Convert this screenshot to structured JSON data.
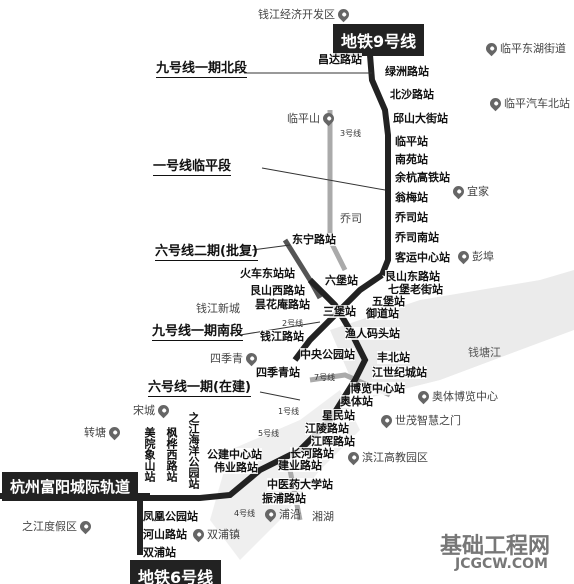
{
  "badges": {
    "line9": "地铁9号线",
    "line6": "地铁6号线",
    "intercity": "杭州富阳城际轨道"
  },
  "sections": {
    "north": "九号线一期北段",
    "linping": "一号线临平段",
    "line6_phase2": "六号线二期(批复)",
    "south": "九号线一期南段",
    "line6_phase1": "六号线一期(在建)"
  },
  "line_numbers": {
    "l3": "3号线",
    "l2": "2号线",
    "l7": "7号线",
    "l1": "1号线",
    "l5": "5号线",
    "l4": "4号线"
  },
  "stations": {
    "changda": "昌达路站",
    "lvzhou": "绿洲路站",
    "beisha": "北沙路站",
    "qiushan": "邱山大街站",
    "linping": "临平站",
    "nanyuan": "南苑站",
    "yuhang_hsr": "余杭高铁站",
    "xiaomei": "翁梅站",
    "qiaosi": "乔司站",
    "qiaosi_south": "乔司南站",
    "keyun": "客运中心站",
    "dongning": "东宁路站",
    "huochedong": "火车东站站",
    "genshandong": "艮山东路站",
    "liubao": "六堡站",
    "qibao": "七堡老街站",
    "genshanxi": "艮山西路站",
    "wubao": "五堡站",
    "sanbao": "三堡站",
    "jinghuaan": "昙花庵路站",
    "yudao": "御道站",
    "qianjiang": "钱江路站",
    "yuren": "渔人码头站",
    "zhongyang": "中央公园站",
    "fengbei": "丰北站",
    "sijiqing": "四季青站",
    "shiji": "江世纪城站",
    "bolan": "博览中心站",
    "aoti": "奥体站",
    "xingmin": "星民站",
    "jianglingl": "江陵路站",
    "jianghui": "江晖路站",
    "changhe": "长河路站",
    "jianye": "建业路站",
    "gongjian": "公建中心站",
    "weiye": "伟业路站",
    "zhongyi": "中医药大学站",
    "zhenpu": "振浦路站",
    "fenghuang": "凤凰公园站",
    "hehe": "河山路站",
    "shuangpu": "双浦站",
    "meiyuan": "美院象山站",
    "fengyi": "枫桦西路站",
    "zhijiang": "之江海洋公园站"
  },
  "pois": {
    "qjjj": "钱江经济开发区",
    "lpdh": "临平东湖街道",
    "lpqc": "临平汽车北站",
    "lpshan": "临平山",
    "yijia": "宜家",
    "qiaosi": "乔司",
    "pengbu": "彭埠",
    "qjxc": "钱江新城",
    "sijiqing": "四季青",
    "songcheng": "宋城",
    "aoti": "奥体博览中心",
    "shimao": "世茂智慧之门",
    "binjiang": "滨江高教园区",
    "zhuantang": "转塘",
    "puyan": "浦沿",
    "xianghu": "湘湖",
    "shuangpu": "双浦镇",
    "zhijiang": "之江度假区"
  },
  "river": "钱塘江",
  "watermark": {
    "cn": "基础工程网",
    "en": "JCGCW.COM"
  }
}
